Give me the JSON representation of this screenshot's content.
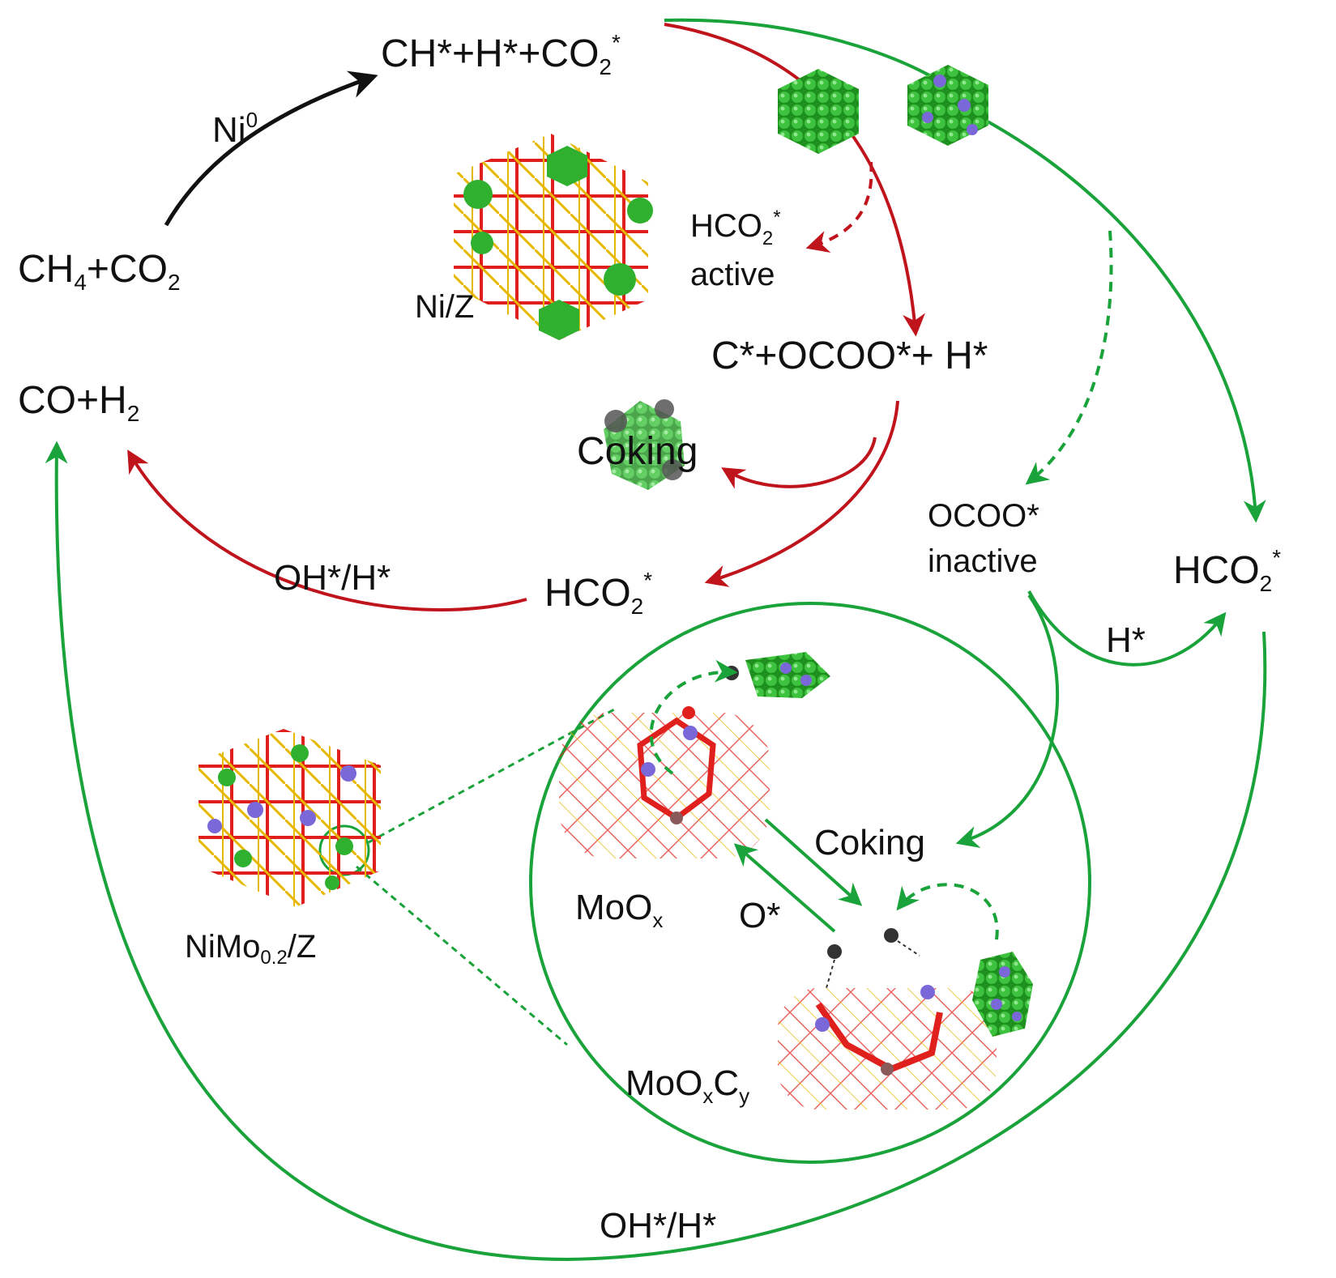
{
  "species": {
    "reactants": {
      "main": "CH",
      "sub": "4",
      "plus": "+CO",
      "sub2": "2"
    },
    "products": {
      "main": "CO+H",
      "sub": "2"
    },
    "adsorbed_top": {
      "text": "CH*+H*+CO",
      "sub": "2",
      "sup": "*"
    },
    "c_ocoo_h": "C*+OCOO*+ H*",
    "hco2_left": {
      "main": "HCO",
      "sub": "2",
      "sup": "*"
    },
    "hco2_active": {
      "main": "HCO",
      "sub": "2",
      "sup": "*",
      "note": "active"
    },
    "ocoo_inactive": {
      "main": "OCOO*",
      "note": "inactive"
    },
    "hco2_right": {
      "main": "HCO",
      "sub": "2",
      "sup": "*"
    }
  },
  "arrow_labels": {
    "ni0": {
      "main": "Ni",
      "sup": "0"
    },
    "oh_h_red": "OH*/H*",
    "oh_h_green": "OH*/H*",
    "h_star": "H*",
    "o_star": "O*",
    "coking_top": "Coking",
    "coking_bottom": "Coking"
  },
  "catalysts": {
    "ni_z": "Ni/Z",
    "nimo": {
      "main": "NiMo",
      "sub": "0.2",
      "tail": "/Z"
    },
    "moox": {
      "main": "MoO",
      "sub": "x"
    },
    "mooxcy": {
      "main": "MoO",
      "sub1": "x",
      "mid": "C",
      "sub2": "y"
    }
  },
  "colors": {
    "red_path": "#c0141c",
    "green_path": "#1aa33a",
    "black_path": "#111111",
    "ni_particle": "#2fb12f",
    "mo_atom": "#7b68d8",
    "carbon": "#333333",
    "framework_red": "#e0201c",
    "framework_yellow": "#e6b800"
  }
}
